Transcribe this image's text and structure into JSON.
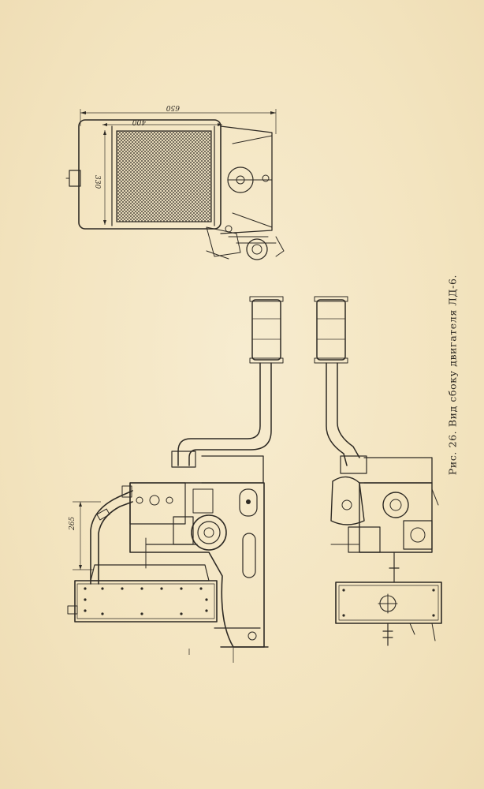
{
  "figure": {
    "caption": "Рис. 26. Вид сбоку двигателя ЛД-6."
  },
  "dimensions": {
    "overall_length": "650",
    "radiator_width": "400",
    "radiator_height": "330",
    "exhaust_height": "265"
  },
  "colors": {
    "paper": "#f4e7c5",
    "ink": "#2e2a24"
  }
}
